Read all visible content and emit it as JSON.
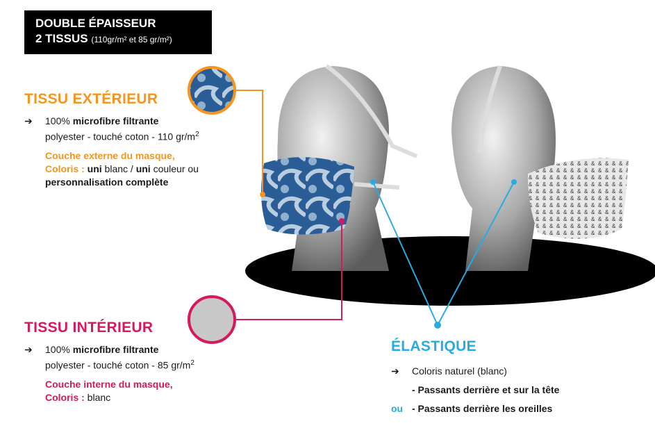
{
  "header": {
    "line1": "DOUBLE ÉPAISSEUR",
    "line2": "2 TISSUS",
    "line2_sub": "(110gr/m² et 85 gr/m²)"
  },
  "exterieur": {
    "title": "TISSU EXTÉRIEUR",
    "arrow": "➔",
    "l1_a": "100% ",
    "l1_b": "microfibre filtrante",
    "l2": "polyester - touché coton - 110 gr/m",
    "sup": "2",
    "l3": "Couche externe du masque,",
    "l4_a": "Coloris : ",
    "l4_b": "uni",
    "l4_c": " blanc / ",
    "l4_d": "uni",
    "l4_e": " couleur ou",
    "l5": "personnalisation complète"
  },
  "interieur": {
    "title": "TISSU INTÉRIEUR",
    "arrow": "➔",
    "l1_a": "100% ",
    "l1_b": "microfibre filtrante",
    "l2": "polyester - touché coton - 85 gr/m",
    "sup": "2",
    "l3": "Couche interne du masque,",
    "l4_a": "Coloris : ",
    "l4_b": "blanc"
  },
  "elastique": {
    "title": "ÉLASTIQUE",
    "arrow": "➔",
    "l1": "Coloris naturel (blanc)",
    "l2": "- Passants derrière et sur la tête",
    "or": "ou",
    "l3": "- Passants derrière les oreilles"
  },
  "colors": {
    "orange": "#f7941d",
    "pink": "#d6185f",
    "blue": "#29abe2"
  }
}
